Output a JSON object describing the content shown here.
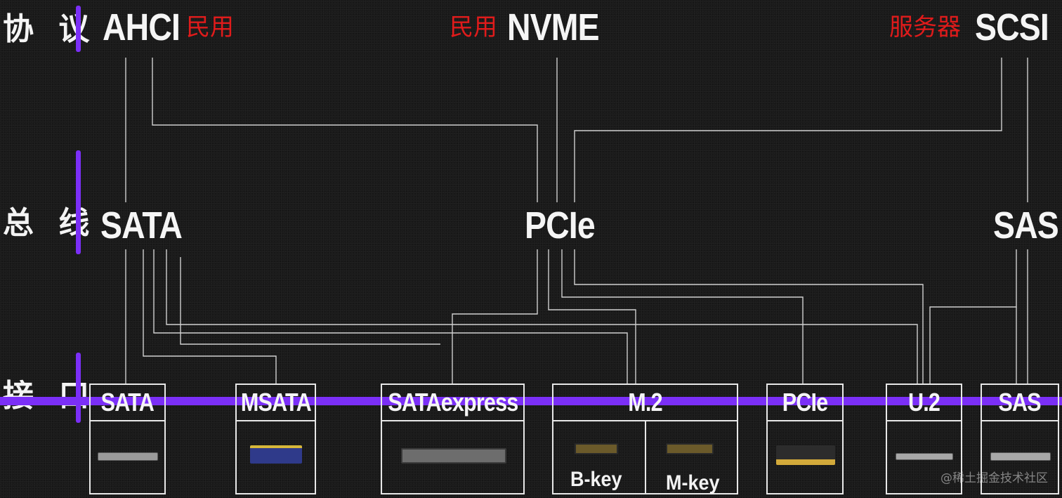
{
  "categories": {
    "protocol": "协 议",
    "bus": "总 线",
    "interface": "接 口"
  },
  "protocols": {
    "ahci": {
      "name": "AHCI",
      "note": "民用"
    },
    "nvme": {
      "name": "NVME",
      "note": "民用"
    },
    "scsi": {
      "name": "SCSI",
      "note": "服务器"
    }
  },
  "buses": {
    "sata": "SATA",
    "pcie": "PCIe",
    "sas": "SAS"
  },
  "interfaces": {
    "sata": "SATA",
    "msata": "MSATA",
    "sataexpress": "SATAexpress",
    "m2": "M.2",
    "m2_bkey": "B-key",
    "m2_mkey": "M-key",
    "pcie": "PCIe",
    "u2": "U.2",
    "sas": "SAS"
  },
  "colors": {
    "accent_purple": "#7b2ff7",
    "note_red": "#e01b1b"
  },
  "watermark": "@稀土掘金技术社区"
}
